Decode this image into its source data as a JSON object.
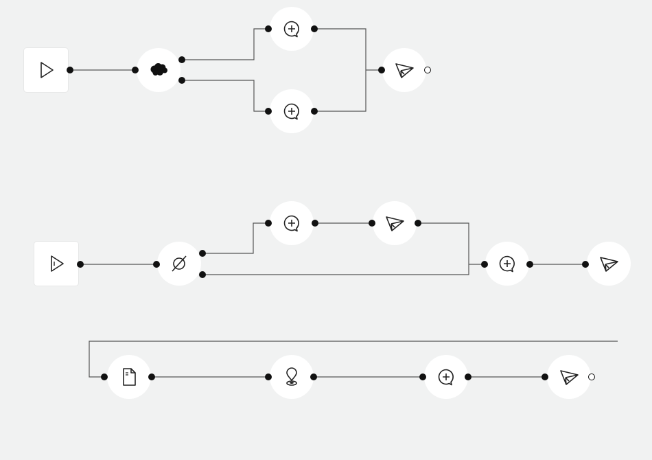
{
  "canvas": {
    "background": "#f1f2f2",
    "line_color": "#555555",
    "port_color": "#111111"
  },
  "flows": [
    {
      "name": "flow-1",
      "steps": [
        "play-trigger",
        "salesforce",
        "add-comment",
        "add-comment",
        "send"
      ]
    },
    {
      "name": "flow-2",
      "steps": [
        "play-trigger-cursor",
        "condition-filter",
        "add-comment",
        "send",
        "add-comment",
        "send"
      ]
    },
    {
      "name": "flow-3",
      "steps": [
        "document",
        "location-pin",
        "add-comment",
        "send"
      ]
    }
  ],
  "icons": {
    "play": "play-icon",
    "play_cursor": "play-cursor-icon",
    "salesforce": "salesforce-cloud-icon",
    "condition": "empty-set-icon",
    "comment": "add-comment-icon",
    "send": "paper-plane-icon",
    "document": "document-icon",
    "pin": "location-pin-icon"
  }
}
